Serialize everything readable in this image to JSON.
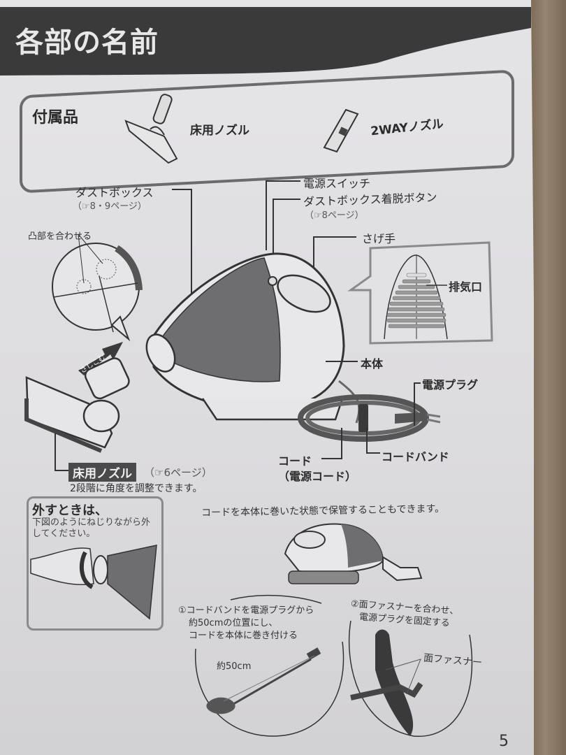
{
  "page": {
    "title": "各部の名前",
    "page_number": "5"
  },
  "accessories": {
    "label": "付属品",
    "items": [
      {
        "name": "床用ノズル",
        "icon": "floor-nozzle-icon"
      },
      {
        "name": "2WAYノズル",
        "icon": "2way-nozzle-icon"
      }
    ]
  },
  "parts": {
    "dust_box": {
      "label": "ダストボックス",
      "ref": "（☞8・9ページ）"
    },
    "power_switch": {
      "label": "電源スイッチ"
    },
    "dust_box_release": {
      "label": "ダストボックス着脱ボタン",
      "ref": "（☞8ページ）"
    },
    "handle": {
      "label": "さげ手"
    },
    "exhaust": {
      "label": "排気口"
    },
    "body": {
      "label": "本体"
    },
    "power_plug": {
      "label": "電源プラグ"
    },
    "cord": {
      "label": "コード",
      "sub": "（電源コード）"
    },
    "cord_band": {
      "label": "コードバンド"
    },
    "align_tabs": {
      "label": "凸部を合わせる"
    },
    "insert_arrow": {
      "label": "さしこむ"
    },
    "floor_nozzle": {
      "label": "床用ノズル",
      "ref": "（☞6ページ）",
      "note": "2段階に角度を調整できます。"
    }
  },
  "removal": {
    "title": "外すときは、",
    "text": "下図のようにねじりながら外してください。"
  },
  "storage": {
    "caption": "コードを本体に巻いた状態で保管することもできます。",
    "step1": {
      "line1": "①コードバンドを電源プラグから",
      "line2": "約50cmの位置にし、",
      "line3": "コードを本体に巻き付ける",
      "measure": "約50cm"
    },
    "step2": {
      "line1": "②面ファスナーを合わせ、",
      "line2": "電源プラグを固定する",
      "label": "面ファスナー"
    }
  }
}
